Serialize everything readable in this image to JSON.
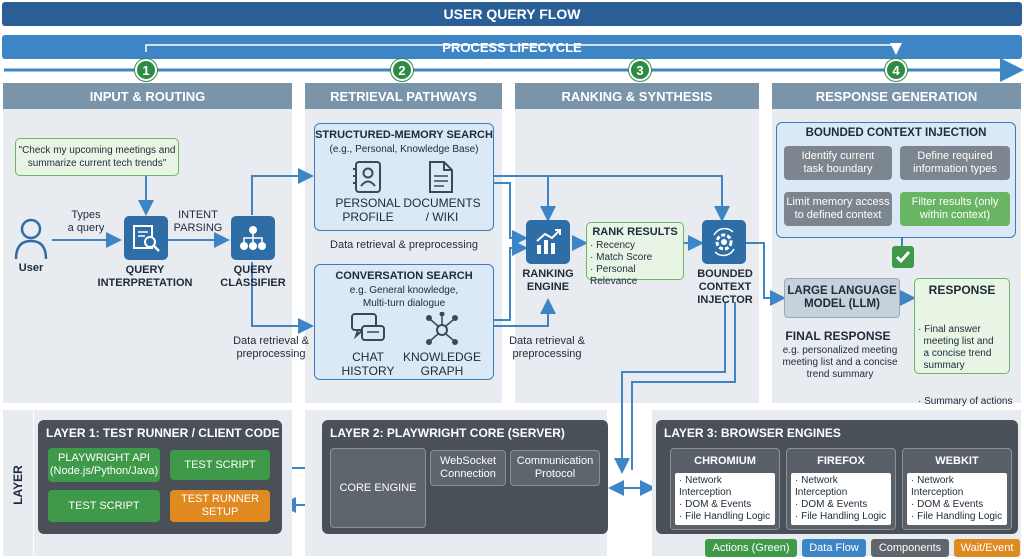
{
  "header": {
    "title": "USER QUERY FLOW",
    "process": "PROCESS LIFECYCLE"
  },
  "steps": [
    "1",
    "2",
    "3",
    "4"
  ],
  "columns": {
    "input": "INPUT & ROUTING",
    "retrieval": "RETRIEVAL PATHWAYS",
    "ranking": "RANKING & SYNTHESIS",
    "response": "RESPONSE GENERATION"
  },
  "input": {
    "user_query": "\"Check my upcoming meetings and summarize current tech trends\"",
    "user_label": "User",
    "types_label": "Types\na query",
    "intent_label": "INTENT\nPARSING",
    "query_interpretation": "QUERY\nINTERPRETATION",
    "query_classifier": "QUERY\nCLASSIFIER",
    "data_retrieval_left": "Data retrieval &\npreprocessing"
  },
  "retrieval": {
    "structured_title": "STRUCTURED-MEMORY SEARCH",
    "structured_sub": "(e.g., Personal, Knowledge Base)",
    "personal_profile": "PERSONAL\nPROFILE",
    "documents_wiki": "DOCUMENTS\n/ WIKI",
    "data_retrieval_mid": "Data retrieval & preprocessing",
    "conversation_title": "CONVERSATION SEARCH",
    "conversation_sub": "e.g. General knowledge,\nMulti-turn dialogue",
    "chat_history": "CHAT\nHISTORY",
    "knowledge_graph": "KNOWLEDGE\nGRAPH"
  },
  "ranking": {
    "engine": "RANKING\nENGINE",
    "rank_title": "RANK RESULTS",
    "rank_items": [
      "· Recency",
      "· Match Score",
      "· Personal Relevance"
    ],
    "injector": "BOUNDED\nCONTEXT\nINJECTOR",
    "data_retrieval_bottom": "Data retrieval &\npreprocessing"
  },
  "response": {
    "bci_title": "BOUNDED CONTEXT INJECTION",
    "chips": [
      "Identify current\ntask boundary",
      "Define required\ninformation types",
      "Limit memory access\nto defined context",
      "Filter results (only\nwithin context)"
    ],
    "llm": "LARGE LANGUAGE\nMODEL (LLM)",
    "response_title": "RESPONSE",
    "response_items": [
      "· Final answer\n  meeting list and\n  a concise trend\n  summary",
      "· Summary of actions"
    ],
    "final_title": "FINAL RESPONSE",
    "final_sub": "e.g. personalized meeting\nmeeting list and a concise\ntrend summary"
  },
  "layers": {
    "side_label": "LAYER",
    "l1_title": "LAYER 1: TEST RUNNER / CLIENT CODE",
    "l1_api": "PLAYWRIGHT API\n(Node.js/Python/Java)",
    "l1_script1": "TEST SCRIPT",
    "l1_script2": "TEST SCRIPT",
    "l1_setup": "TEST RUNNER\nSETUP",
    "l2_title": "LAYER 2: PLAYWRIGHT CORE (SERVER)",
    "l2_core": "CORE ENGINE",
    "l2_ws": "WebSocket\nConnection",
    "l2_proto": "Communication\nProtocol",
    "l3_title": "LAYER 3: BROWSER ENGINES",
    "browsers": [
      {
        "name": "CHROMIUM",
        "features": [
          "· Network Interception",
          "· DOM & Events",
          "· File Handling Logic"
        ]
      },
      {
        "name": "FIREFOX",
        "features": [
          "· Network Interception",
          "· DOM & Events",
          "· File Handling Logic"
        ]
      },
      {
        "name": "WEBKIT",
        "features": [
          "· Network Interception",
          "· DOM & Events",
          "· File Handling Logic"
        ]
      }
    ]
  },
  "legend": [
    {
      "label": "Actions (Green)",
      "color": "#3e9a48"
    },
    {
      "label": "Data Flow",
      "color": "#3e85c6"
    },
    {
      "label": "Components",
      "color": "#5e656d"
    },
    {
      "label": "Wait/Event",
      "color": "#e08a22"
    }
  ]
}
